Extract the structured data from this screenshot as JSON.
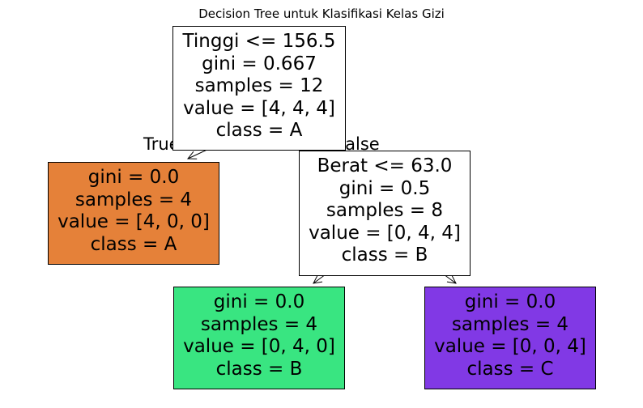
{
  "title": "Decision Tree untuk Klasifikasi Kelas Gizi",
  "edge_labels": {
    "true": "True",
    "false": "False"
  },
  "colors": {
    "root": "#ffffff",
    "class_A_leaf": "#e58139",
    "split_B": "#ffffff",
    "class_B_leaf": "#39e581",
    "class_C_leaf": "#8139e5"
  },
  "nodes": [
    {
      "split": "Tinggi <= 156.5",
      "gini": "gini = 0.667",
      "samples": "samples = 12",
      "value": "value = [4, 4, 4]",
      "class": "class = A"
    },
    {
      "gini": "gini = 0.0",
      "samples": "samples = 4",
      "value": "value = [4, 0, 0]",
      "class": "class = A"
    },
    {
      "split": "Berat <= 63.0",
      "gini": "gini = 0.5",
      "samples": "samples = 8",
      "value": "value = [0, 4, 4]",
      "class": "class = B"
    },
    {
      "gini": "gini = 0.0",
      "samples": "samples = 4",
      "value": "value = [0, 4, 0]",
      "class": "class = B"
    },
    {
      "gini": "gini = 0.0",
      "samples": "samples = 4",
      "value": "value = [0, 0, 4]",
      "class": "class = C"
    }
  ]
}
